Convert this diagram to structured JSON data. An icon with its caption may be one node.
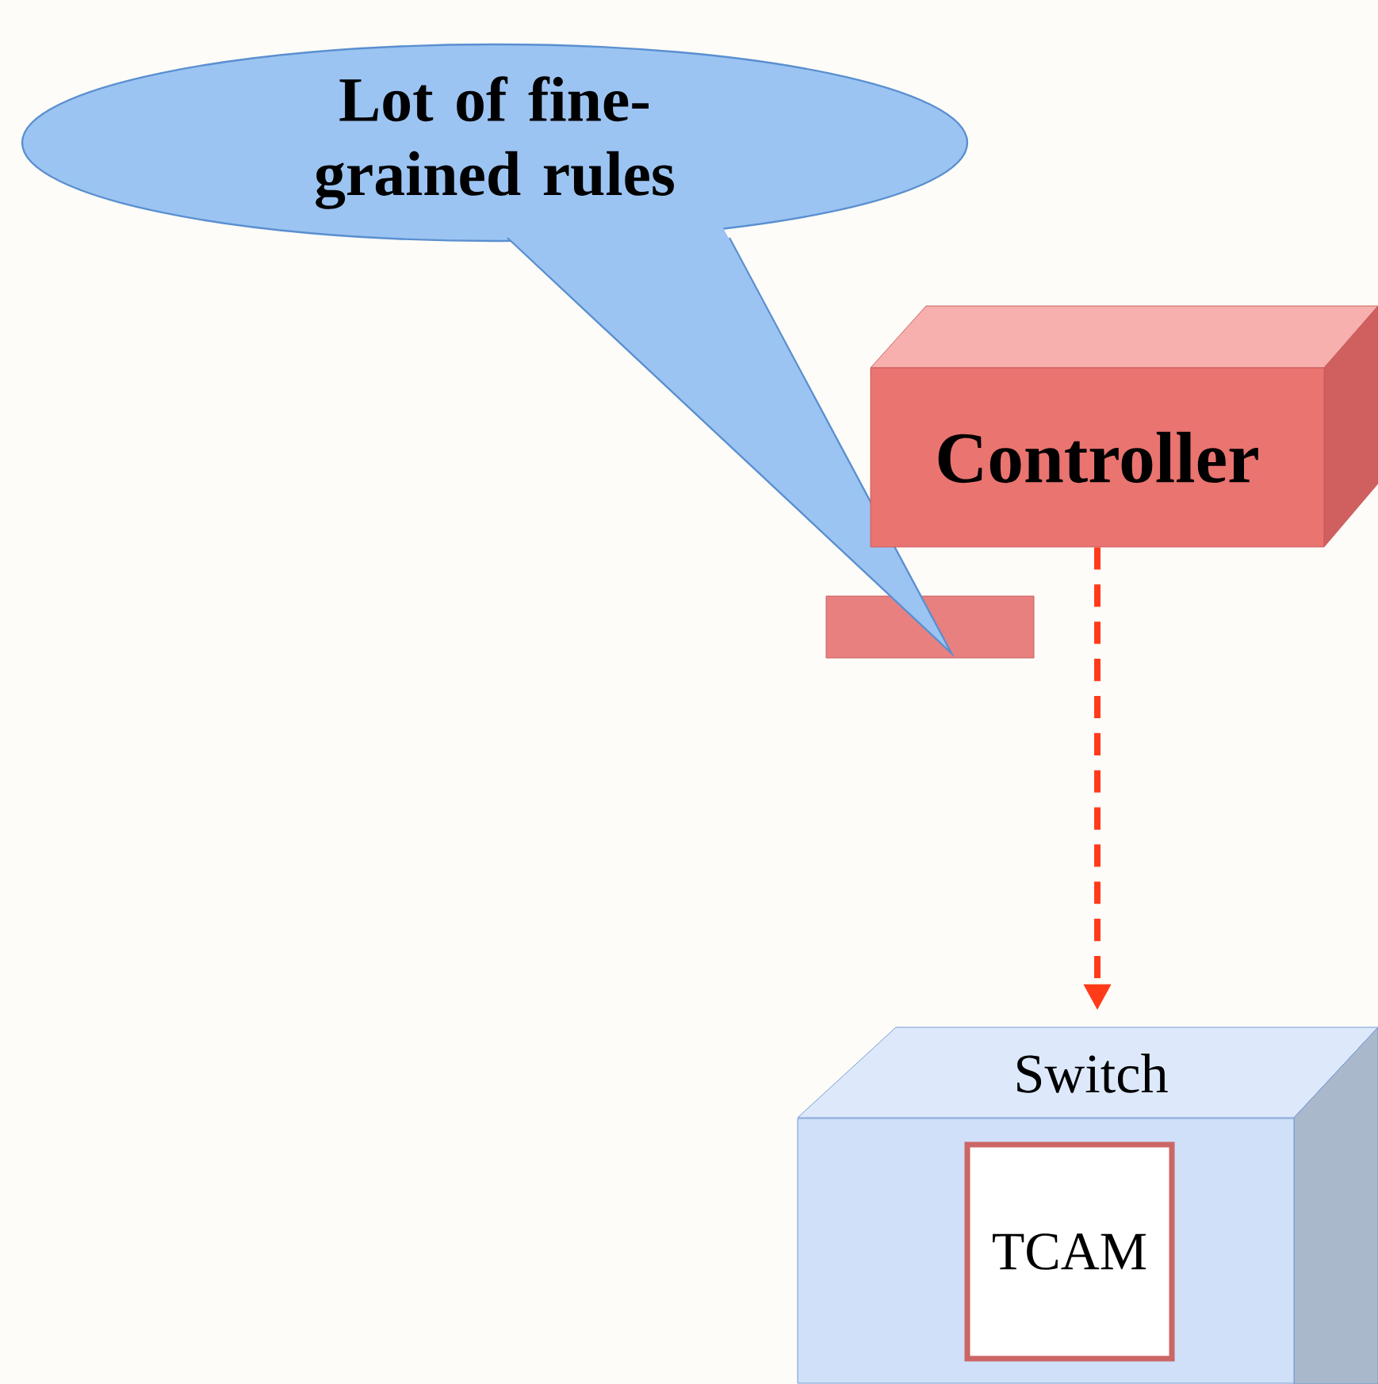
{
  "diagram": {
    "nodes": [
      {
        "text": [
          "Lot of fine-grained rules"
        ]
      },
      {
        "text": [
          "Controller"
        ]
      },
      {
        "text": [
          "Switch"
        ]
      },
      {
        "text": [
          "TCAM"
        ],
        "in": 2
      },
      {
        "text": [],
        "shape": "bar"
      }
    ],
    "edges": [
      {
        "from": 1,
        "to": 2,
        "arrow": "to",
        "style": "dashed",
        "color": "#ff3b1a"
      }
    ]
  }
}
